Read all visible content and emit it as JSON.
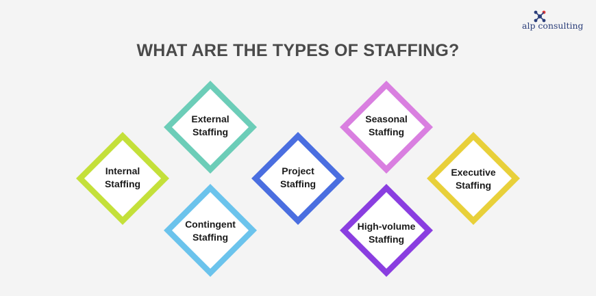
{
  "title": "WHAT ARE THE TYPES OF STAFFING?",
  "logo": {
    "text": "alp consulting",
    "dot_colors": [
      "#2b3e7a",
      "#e23a3a"
    ]
  },
  "types": [
    {
      "id": "internal",
      "line1": "Internal",
      "line2": "Staffing",
      "color": "#c4e03a"
    },
    {
      "id": "external",
      "line1": "External",
      "line2": "Staffing",
      "color": "#6ccdb8"
    },
    {
      "id": "contingent",
      "line1": "Contingent",
      "line2": "Staffing",
      "color": "#6bc3ec"
    },
    {
      "id": "project",
      "line1": "Project",
      "line2": "Staffing",
      "color": "#4a6ee0"
    },
    {
      "id": "seasonal",
      "line1": "Seasonal",
      "line2": "Staffing",
      "color": "#d97fe0"
    },
    {
      "id": "high-volume",
      "line1": "High-volume",
      "line2": "Staffing",
      "color": "#8a3ee0"
    },
    {
      "id": "executive",
      "line1": "Executive",
      "line2": "Staffing",
      "color": "#e8d03a"
    }
  ]
}
